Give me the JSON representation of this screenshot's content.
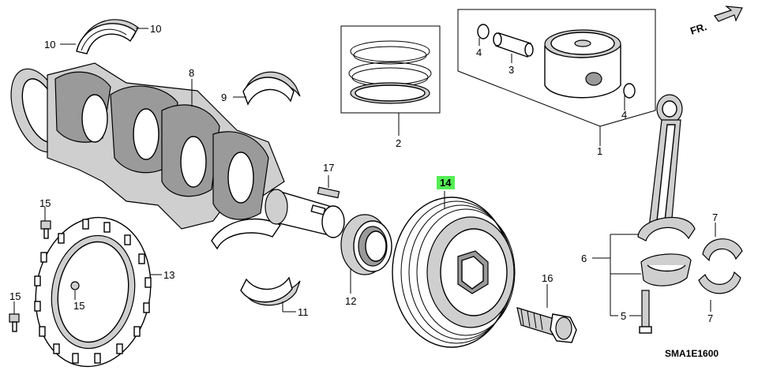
{
  "diagram": {
    "code": "SMA1E1600",
    "direction_label": "FR.",
    "highlight_color": "#55ee55",
    "parts": [
      {
        "id": "p10a",
        "number": "10"
      },
      {
        "id": "p10b",
        "number": "10"
      },
      {
        "id": "p8",
        "number": "8"
      },
      {
        "id": "p9",
        "number": "9"
      },
      {
        "id": "p2",
        "number": "2"
      },
      {
        "id": "p4a",
        "number": "4"
      },
      {
        "id": "p3",
        "number": "3"
      },
      {
        "id": "p4b",
        "number": "4"
      },
      {
        "id": "p1",
        "number": "1"
      },
      {
        "id": "p17",
        "number": "17"
      },
      {
        "id": "p14",
        "number": "14"
      },
      {
        "id": "p15a",
        "number": "15"
      },
      {
        "id": "p13",
        "number": "13"
      },
      {
        "id": "p15b",
        "number": "15"
      },
      {
        "id": "p15c",
        "number": "15"
      },
      {
        "id": "p11",
        "number": "11"
      },
      {
        "id": "p12",
        "number": "12"
      },
      {
        "id": "p16",
        "number": "16"
      },
      {
        "id": "p6",
        "number": "6"
      },
      {
        "id": "p7a",
        "number": "7"
      },
      {
        "id": "p7b",
        "number": "7"
      },
      {
        "id": "p5",
        "number": "5"
      }
    ]
  }
}
